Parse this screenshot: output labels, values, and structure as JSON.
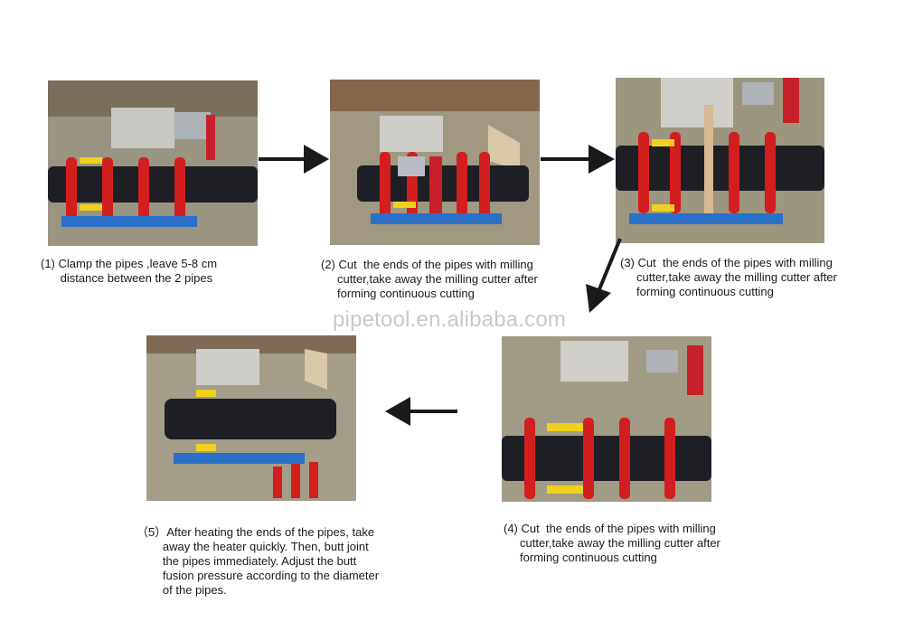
{
  "steps": [
    {
      "label": "(1) Clamp the pipes ,leave 5-8 cm\n      distance between the 2 pipes"
    },
    {
      "label": "(2) Cut  the ends of the pipes with milling\n     cutter,take away the milling cutter after\n     forming continuous cutting"
    },
    {
      "label": "(3) Cut  the ends of the pipes with milling\n     cutter,take away the milling cutter after\n     forming continuous cutting"
    },
    {
      "label": "(4) Cut  the ends of the pipes with milling\n     cutter,take away the milling cutter after\n     forming continuous cutting"
    },
    {
      "label": "（5）After heating the ends of the pipes, take\n        away the heater quickly. Then, butt joint\n        the pipes immediately. Adjust the butt\n        fusion pressure according to the diameter\n        of the pipes."
    }
  ],
  "watermark": "pipetool.en.alibaba.com",
  "colors": {
    "frame_red": "#d21e1e",
    "pipe_black": "#1e1f24",
    "cylinder_yellow": "#f0d21e",
    "base_blue": "#2a6fc8"
  }
}
